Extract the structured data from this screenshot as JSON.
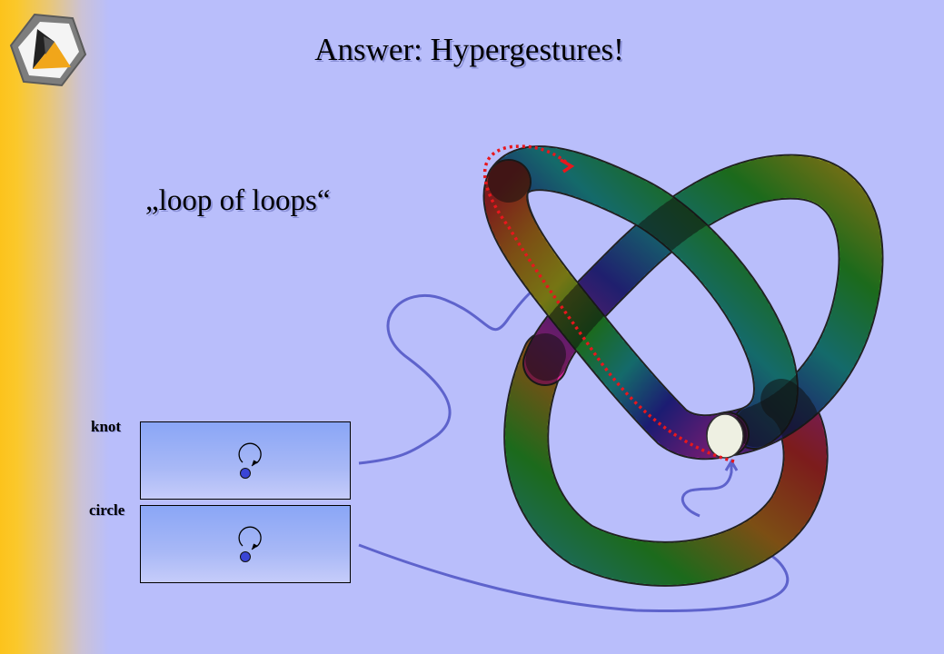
{
  "slide": {
    "title": "Answer: Hypergestures!",
    "subtitle": "„loop of loops“"
  },
  "logo": {
    "icon": "triangle-logo-icon"
  },
  "gestures": [
    {
      "label": "knot"
    },
    {
      "label": "circle"
    }
  ],
  "colors": {
    "background": "#b9befb",
    "sidebar": "#fcc31c",
    "curve": "#5e63cc",
    "dotted_arrow": "#e8171d",
    "gesture_dot": "#3a45d6"
  }
}
